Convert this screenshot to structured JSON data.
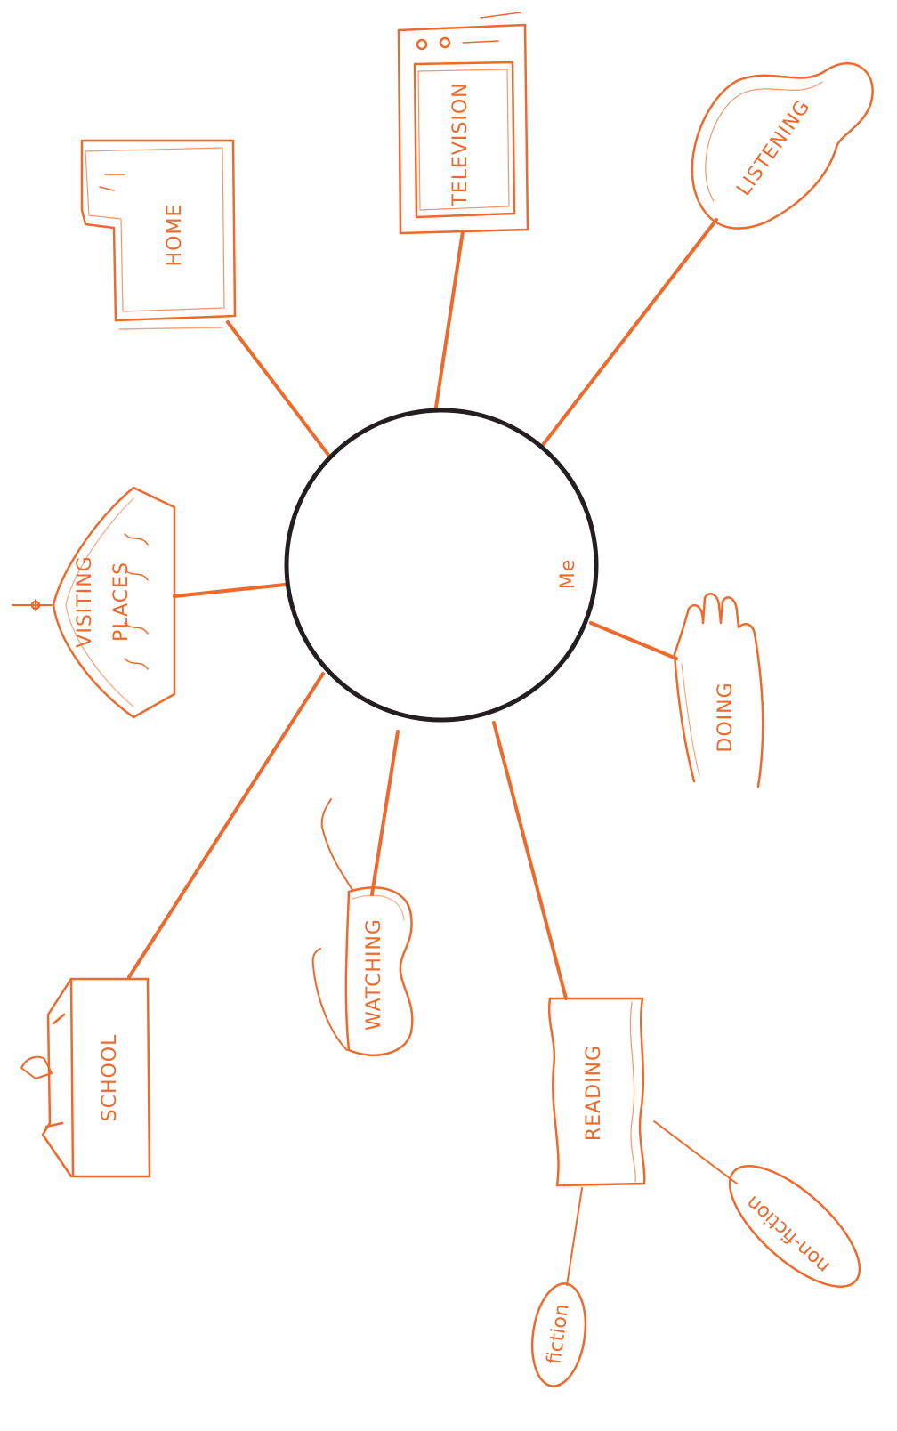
{
  "colors": {
    "accent": "#EE6A2C",
    "center_stroke": "#231F20",
    "background": "#FFFFFF"
  },
  "center": {
    "label": "Me"
  },
  "nodes": {
    "home": {
      "label": "HOME",
      "icon": "house-icon"
    },
    "television": {
      "label": "TELEVISION",
      "icon": "television-icon"
    },
    "listening": {
      "label": "LISTENING",
      "icon": "cloud-icon"
    },
    "doing": {
      "label": "DOING",
      "icon": "hand-icon"
    },
    "reading": {
      "label": "READING",
      "icon": "book-icon"
    },
    "watching": {
      "label": "WATCHING",
      "icon": "glasses-icon"
    },
    "school": {
      "label": "SCHOOL",
      "icon": "school-building-icon"
    },
    "visiting_places": {
      "label_line1": "VISITING",
      "label_line2": "PLACES",
      "icon": "building-icon"
    },
    "fiction": {
      "label": "fiction"
    },
    "non_fiction": {
      "label": "non-fiction"
    }
  }
}
